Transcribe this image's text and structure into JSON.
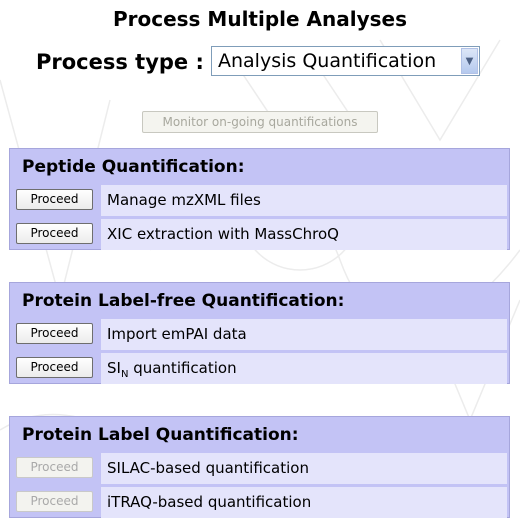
{
  "title": "Process Multiple Analyses",
  "process_type": {
    "label": "Process type :",
    "selected": "Analysis Quantification"
  },
  "monitor_button": "Monitor on-going quantifications",
  "sections": [
    {
      "title": "Peptide Quantification:",
      "rows": [
        {
          "button": "Proceed",
          "enabled": true,
          "label": "Manage mzXML files"
        },
        {
          "button": "Proceed",
          "enabled": true,
          "label": "XIC extraction with MassChroQ"
        }
      ]
    },
    {
      "title": "Protein Label-free Quantification:",
      "rows": [
        {
          "button": "Proceed",
          "enabled": true,
          "label": "Import emPAI data"
        },
        {
          "button": "Proceed",
          "enabled": true,
          "label_main": "SI",
          "label_sub": "N",
          "label_rest": " quantification"
        }
      ]
    },
    {
      "title": "Protein Label Quantification:",
      "rows": [
        {
          "button": "Proceed",
          "enabled": false,
          "label": "SILAC-based quantification"
        },
        {
          "button": "Proceed",
          "enabled": false,
          "label": "iTRAQ-based quantification"
        }
      ]
    }
  ]
}
